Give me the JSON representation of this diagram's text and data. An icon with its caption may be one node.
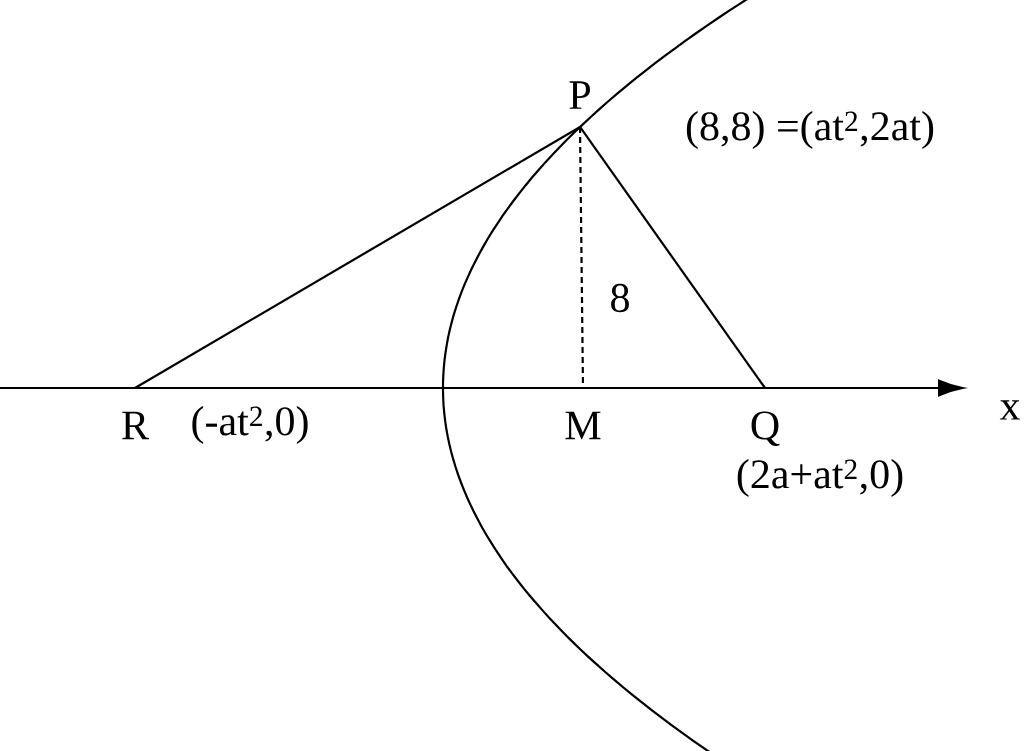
{
  "diagram": {
    "nodes": [
      {
        "text": [
          "P"
        ],
        "beside": [
          "(8,8) =(at$^{2}$,2at)"
        ]
      },
      {
        "text": [
          "R"
        ],
        "beside": [
          "(-at$^{2}$,0)"
        ]
      },
      {
        "text": [
          "M"
        ]
      },
      {
        "text": [
          "Q"
        ],
        "beside": [
          "(2a+at$^{2}$,0)"
        ]
      }
    ],
    "edges": [
      {
        "from": 1,
        "to": 0,
        "arrow": "none"
      },
      {
        "from": 0,
        "to": 3,
        "arrow": "none"
      },
      {
        "from": 0,
        "to": 2,
        "arrow": "none",
        "style": "dashed"
      }
    ],
    "labels": [
      "8",
      "x"
    ]
  }
}
